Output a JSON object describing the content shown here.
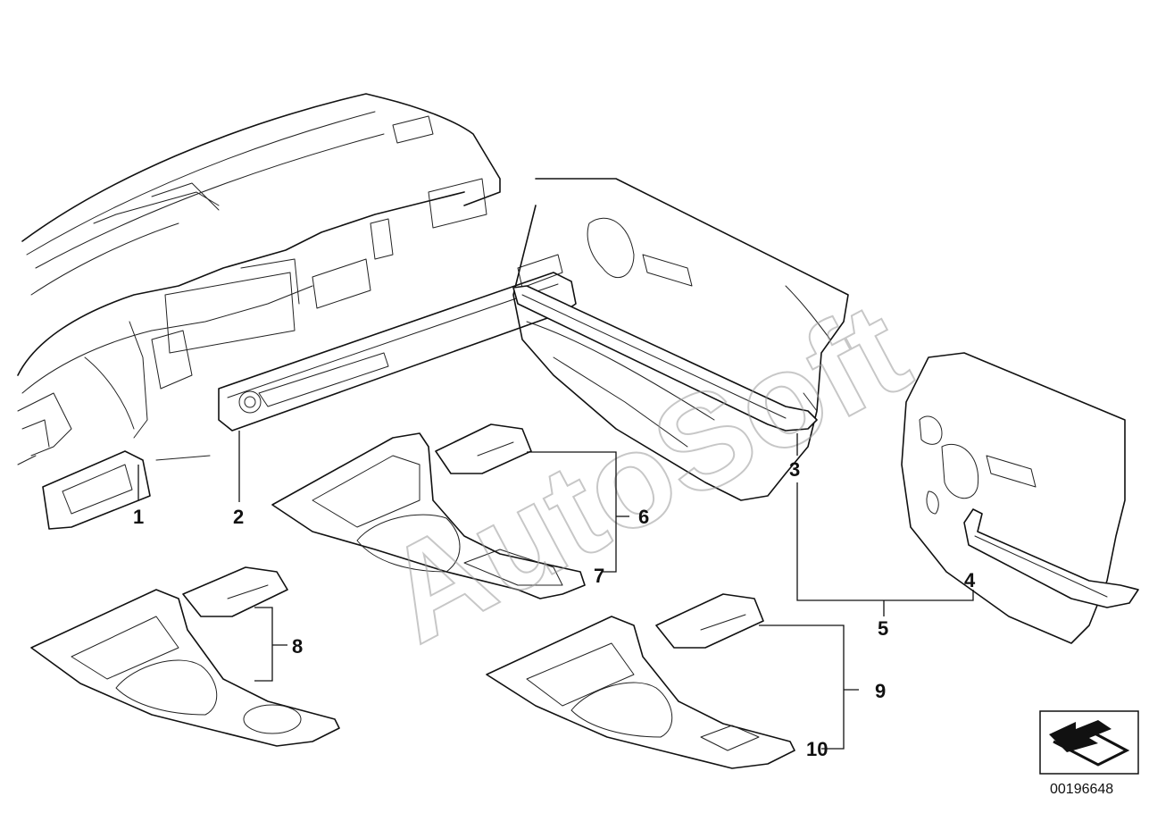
{
  "watermark": "AutoSoft",
  "catalog_number": "00196648",
  "callouts": [
    {
      "id": "1",
      "label": "1"
    },
    {
      "id": "2",
      "label": "2"
    },
    {
      "id": "3",
      "label": "3"
    },
    {
      "id": "4",
      "label": "4"
    },
    {
      "id": "5",
      "label": "5"
    },
    {
      "id": "6",
      "label": "6"
    },
    {
      "id": "7",
      "label": "7"
    },
    {
      "id": "8",
      "label": "8"
    },
    {
      "id": "9",
      "label": "9"
    },
    {
      "id": "10",
      "label": "10"
    }
  ],
  "icons": {
    "orientation": "arrow-direction-icon"
  },
  "colors": {
    "line": "#111111",
    "watermark": "#9a9a9a",
    "background": "#ffffff"
  }
}
